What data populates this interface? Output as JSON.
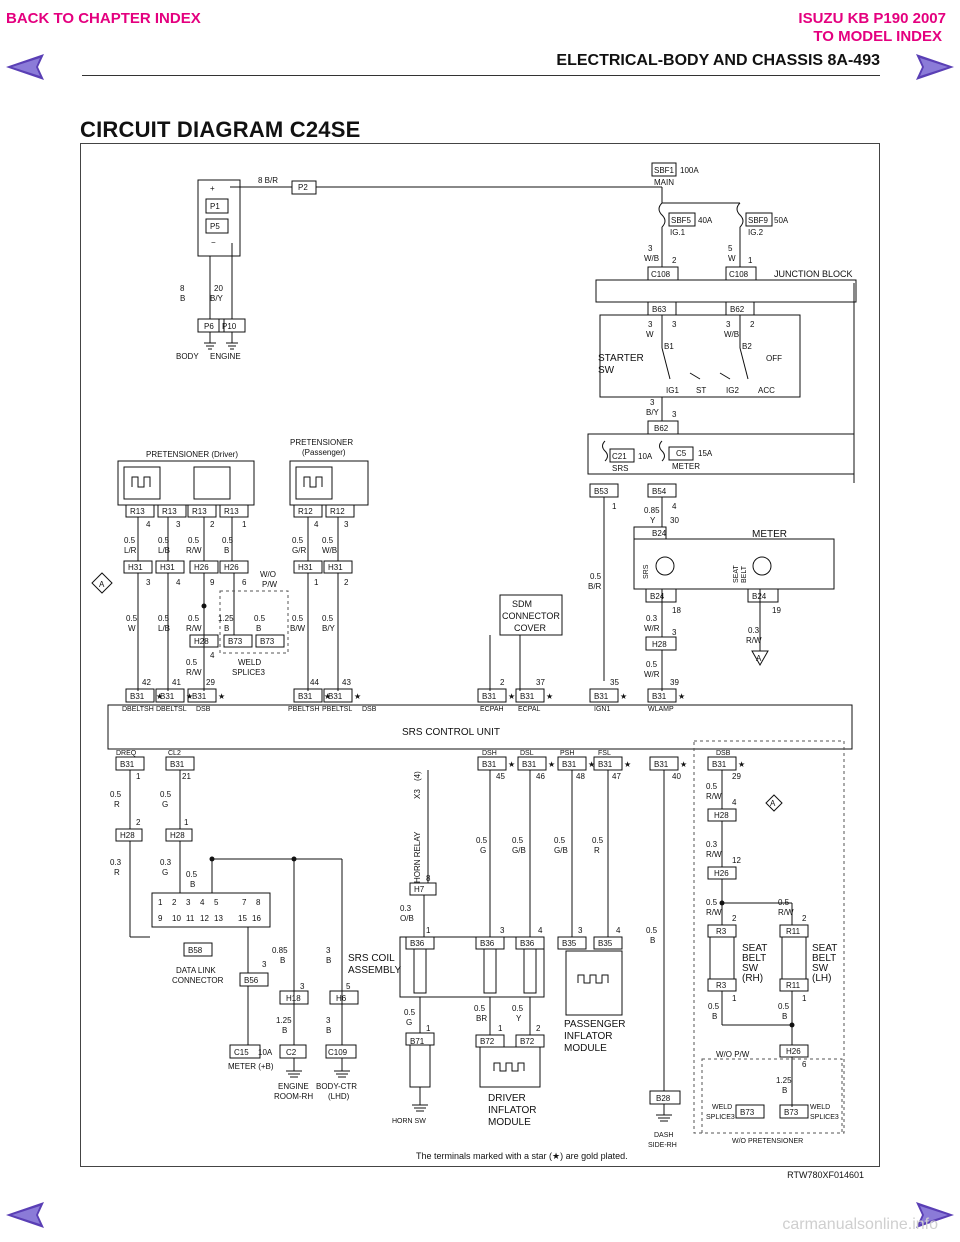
{
  "nav": {
    "back_chapter": "BACK TO CHAPTER INDEX",
    "model": "ISUZU KB P190 2007",
    "model_index": "TO MODEL INDEX"
  },
  "header": {
    "section_title": "ELECTRICAL-BODY AND CHASSIS 8A-493"
  },
  "page_title": "CIRCUIT DIAGRAM C24SE",
  "figure_id": "RTW780XF014601",
  "footer_note": "The terminals marked with a star (★) are gold plated.",
  "watermark": "carmanualsonline.info",
  "colors": {
    "accent": "#e4007f",
    "arrow": "#5a3fb5",
    "line": "#111111",
    "dash": "#555555"
  },
  "labels": {
    "wire_8br": "8 B/R",
    "p2": "P2",
    "p1": "P1",
    "p5": "P5",
    "plus": "+",
    "minus": "−",
    "w8": "8",
    "wB": "B",
    "w20": "20",
    "wBY": "B/Y",
    "p6": "P6",
    "p10": "P10",
    "body": "BODY",
    "engine": "ENGINE",
    "sbf1": "SBF1",
    "a100": "100A",
    "main": "MAIN",
    "sbf5": "SBF5",
    "a40": "40A",
    "ig1": "IG.1",
    "sbf9": "SBF9",
    "a50": "50A",
    "ig2": "IG.2",
    "w3": "3",
    "wWB": "W/B",
    "n2": "2",
    "w5": "5",
    "wW": "W",
    "n1": "1",
    "c108a": "C108",
    "c108b": "C108",
    "junction": "JUNCTION BLOCK",
    "b63": "B63",
    "b62a": "B62",
    "n3": "3",
    "b1": "B1",
    "b2": "B2",
    "starter": "STARTER",
    "sw": "SW",
    "off": "OFF",
    "sw_ig1": "IG1",
    "sw_st": "ST",
    "sw_ig2": "IG2",
    "sw_acc": "ACC",
    "wBY2": "B/Y",
    "b62b": "B62",
    "c21": "C21",
    "a10": "10A",
    "srs": "SRS",
    "c5": "C5",
    "a15": "15A",
    "meter_fuse": "METER",
    "b53": "B53",
    "b54": "B54",
    "w085": "0.85",
    "wY": "Y",
    "n4": "4",
    "n30": "30",
    "b24a": "B24",
    "meter": "METER",
    "srs_lamp": "SRS",
    "seat": "SEAT",
    "belt": "BELT",
    "b24b": "B24",
    "b24c": "B24",
    "n18": "18",
    "n19": "19",
    "w05": "0.5",
    "wBR": "B/R",
    "w03": "0.3",
    "wWR": "W/R",
    "wRW": "R/W",
    "h28": "H28",
    "n39": "39",
    "pret_drv": "PRETENSIONER (Driver)",
    "pret_pass1": "PRETENSIONER",
    "pret_pass2": "(Passenger)",
    "r13": "R13",
    "r12": "R12",
    "wLR": "L/R",
    "wLB": "L/B",
    "wGR": "G/R",
    "wBW": "B/W",
    "h31": "H31",
    "h26": "H26",
    "n9": "9",
    "n6": "6",
    "wo": "W/O",
    "pw": "P/W",
    "w125": "1.25",
    "b73": "B73",
    "weld": "WELD",
    "splice3": "SPLICE3",
    "sdm1": "SDM",
    "sdm2": "CONNECTOR",
    "sdm3": "COVER",
    "b31": "B31",
    "star": "★",
    "n42": "42",
    "n41": "41",
    "n29": "29",
    "n44": "44",
    "n43": "43",
    "n37": "37",
    "n35": "35",
    "dbeltsh": "DBELTSH",
    "dbeltsl": "DBELTSL",
    "dsb": "DSB",
    "pbeltsh": "PBELTSH",
    "pbeltsl": "PBELTSL",
    "ecpah": "ECPAH",
    "ecpal": "ECPAL",
    "ign1": "IGN1",
    "wlamp": "WLAMP",
    "srs_unit": "SRS CONTROL UNIT",
    "dreq": "DREQ",
    "cl2": "CL2",
    "dsh": "DSH",
    "dsl": "DSL",
    "psh": "PSH",
    "fsl": "FSL",
    "n21": "21",
    "n45": "45",
    "n46": "46",
    "n48": "48",
    "n47": "47",
    "n40": "40",
    "wR": "R",
    "wG": "G",
    "wGB": "G/B",
    "wOB": "O/B",
    "horn_relay": "HORN RELAY",
    "x3": "X3",
    "x3pin": "(4)",
    "h7": "H7",
    "n8": "8",
    "b36": "B36",
    "b35": "B35",
    "srs_coil1": "SRS COIL",
    "srs_coil2": "ASSEMBLY",
    "b71": "B71",
    "b72": "B72",
    "wBR2": "BR",
    "horn_sw": "HORN SW",
    "driver1": "DRIVER",
    "driver2": "INFLATOR",
    "driver3": "MODULE",
    "pass1": "PASSENGER",
    "pass2": "INFLATOR",
    "pass3": "MODULE",
    "b28": "B28",
    "dash": "DASH",
    "side_rh": "SIDE-RH",
    "pins_top": [
      "1",
      "2",
      "3",
      "4",
      "5",
      "",
      "7",
      "8"
    ],
    "pins_bot": [
      "9",
      "10",
      "11",
      "12",
      "13",
      "",
      "15",
      "16"
    ],
    "b58": "B58",
    "dlc1": "DATA LINK",
    "dlc2": "CONNECTOR",
    "b56": "B56",
    "h18": "H18",
    "h6": "H6",
    "c15": "C15",
    "c2": "C2",
    "c109": "C109",
    "meter_b": "METER (+B)",
    "eng_room1": "ENGINE",
    "eng_room2": "ROOM-RH",
    "body_ctr1": "BODY-CTR",
    "body_ctr2": "(LHD)",
    "r3": "R3",
    "r11": "R11",
    "sb_rh1": "SEAT",
    "sb_rh2": "BELT",
    "sb_rh3": "SW",
    "sb_rh4": "(RH)",
    "sb_lh4": "(LH)",
    "n12": "12",
    "wo_pw": "W/O P/W",
    "wo_pret": "W/O PRETENSIONER",
    "conn_a": "A"
  }
}
